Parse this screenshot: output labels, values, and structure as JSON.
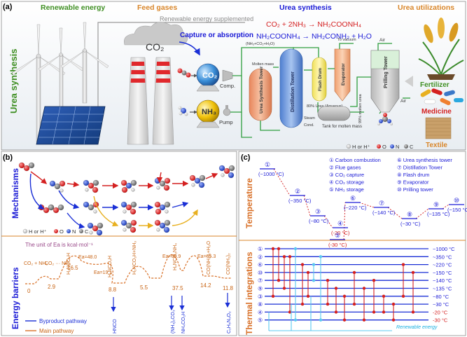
{
  "panels": {
    "a": "(a)",
    "b": "(b)",
    "c": "(c)"
  },
  "colors": {
    "renewable": "#3f8f23",
    "feed": "#d9862a",
    "blue": "#1a1ad6",
    "orange": "#c86414",
    "red": "#d42020",
    "green_line": "#2e9e3e",
    "steelblue": "#3a78c8",
    "lightblue": "#5ac8f0"
  },
  "panel_a": {
    "side_title": "Urea synthesis",
    "sections": {
      "renewable": "Renewable energy",
      "feed": "Feed gases",
      "synthesis": "Urea synthesis",
      "utilizations": "Urea utilizations"
    },
    "supplement": "Renewable energy supplemented",
    "co2_cloud": "CO₂",
    "capture": "Capture or absorption",
    "co2_ball": "CO₂",
    "nh3_ball": "NH₃",
    "comp": "Comp.",
    "pump": "Pump",
    "eq1": "CO₂ + 2NH₃ → NH₂COONH₄",
    "eq2": "NH₂COONH₄ → NH₂CONH₂ + H₂O",
    "gas_stream": "(NH₃+CO₂+H₂O)",
    "molten_mass": "Molten mass",
    "to_vacuum": "To vacuum",
    "air_top": "Air",
    "air_side": "Air",
    "steam": "Steam",
    "cond": "Cond.",
    "urea_aqueous": "80% Urea (Aqueous)",
    "molten_urea": "99% molten urea",
    "tank": "Tank for molten mass",
    "units": {
      "ust": "Urea Synthesis Tower",
      "dist": "Distillation Tower",
      "flash": "Flash Drum",
      "evap": "Evaporator",
      "prill": "Prilling Tower"
    },
    "legend": [
      "H or H⁺",
      "O",
      "N",
      "C"
    ],
    "products": {
      "fertilizer": "Fertilizer",
      "medicine": "Medicine",
      "textile": "Textile"
    }
  },
  "panel_b": {
    "mech_title": "Mechanisms",
    "barrier_title": "Energy barriers",
    "legend": [
      "H or H⁺",
      "O",
      "N",
      "C"
    ],
    "unit_note": "The unit of Ea is kcal·mol⁻¹",
    "species": [
      {
        "label": "CO₂ + NH₃",
        "value": "0"
      },
      {
        "label": "CO₂ ··· NH₃",
        "value": "2.9"
      },
      {
        "label": "H₂NCO₂H",
        "value": "16.5"
      },
      {
        "label": "H₂NCO₂H",
        "value": "8.8"
      },
      {
        "label": "H₂NCO₂H+NH₃",
        "value": "5.5"
      },
      {
        "label": "H₂NCO₂NH₄",
        "value": "37.5"
      },
      {
        "label": "CO(NH₂)₂+H₂O",
        "value": "14.2"
      },
      {
        "label": "CO(NH₂)₂",
        "value": "11.8"
      }
    ],
    "ea_labels": [
      "Ea=48.0",
      "Ea=19.1",
      "Ea=65.9",
      "Ea=65.3"
    ],
    "byproducts": [
      "HNCO",
      "(NH₄)₂CO₃",
      "NH₄CO₂H",
      "C₂H₅N₃O₂"
    ],
    "legend_byproduct": "Byproduct pathway",
    "legend_main": "Main pathway"
  },
  "panel_c": {
    "temp_title": "Temperature",
    "thermal_title": "Thermal integrations",
    "legend_items": [
      "① Carbon combustion",
      "② Flue gases",
      "③ CO₂ capture",
      "④ CO₂ storage",
      "⑤ NH₃ storage",
      "⑥ Urea synthesis tower",
      "⑦ Distillation Tower",
      "⑧ Flash drum",
      "⑨ Evaporator",
      "⑩ Prilling tower"
    ],
    "nodes": [
      {
        "id": "①",
        "temp": "(~1000 °C)"
      },
      {
        "id": "②",
        "temp": "(~350 °C)"
      },
      {
        "id": "③",
        "temp": "(~80 °C)"
      },
      {
        "id": "④",
        "temp": "(-20 °C)"
      },
      {
        "id": "⑤",
        "temp": "(-30 °C)"
      },
      {
        "id": "⑥",
        "temp": "(~220 °C)"
      },
      {
        "id": "⑦",
        "temp": "(~140 °C)"
      },
      {
        "id": "⑧",
        "temp": "(~30 °C)"
      },
      {
        "id": "⑨",
        "temp": "(~135 °C)"
      },
      {
        "id": "⑩",
        "temp": "(~150 °C)"
      }
    ],
    "streams": [
      {
        "id": "①",
        "temp": "~1000 °C"
      },
      {
        "id": "②",
        "temp": "~350 °C"
      },
      {
        "id": "⑥",
        "temp": "~220 °C"
      },
      {
        "id": "⑩",
        "temp": "~150 °C"
      },
      {
        "id": "⑦",
        "temp": "~140 °C"
      },
      {
        "id": "⑨",
        "temp": "~135 °C"
      },
      {
        "id": "③",
        "temp": "~80 °C"
      },
      {
        "id": "⑧",
        "temp": "~30 °C"
      },
      {
        "id": "④",
        "temp": "-20 °C"
      },
      {
        "id": "⑤",
        "temp": "-30 °C"
      }
    ],
    "renewable_label": "Renewable energy"
  }
}
